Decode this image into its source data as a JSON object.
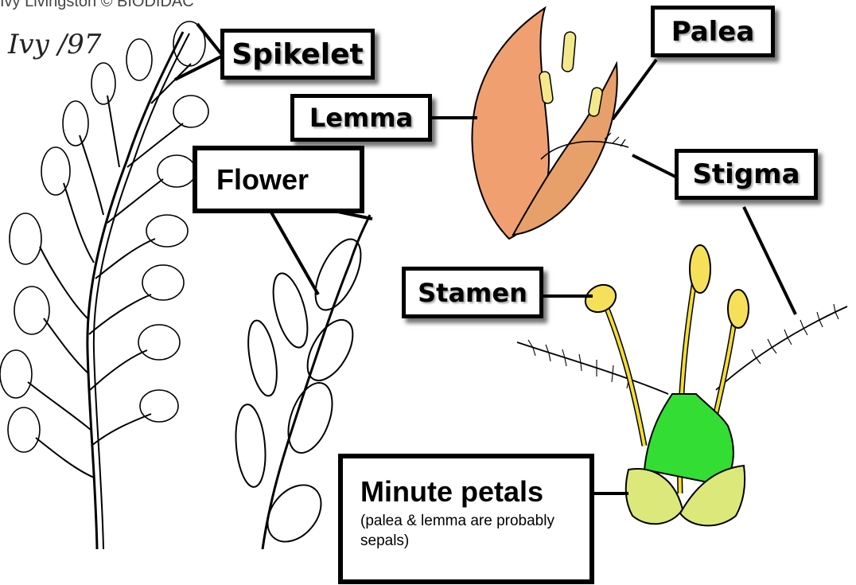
{
  "credit": "Ivy Livingston © BIODIDAC",
  "signature": "Ivy /97",
  "labels": {
    "spikelet": "Spikelet",
    "palea": "Palea",
    "lemma": "Lemma",
    "stigma": "Stigma",
    "flower": "Flower",
    "stamen": "Stamen",
    "minute_petals": "Minute petals",
    "minute_note": "(palea & lemma are probably sepals)"
  },
  "colors": {
    "lemma_fill": "#f0a070",
    "stamen_yellow": "#f2dc3a",
    "anther_yellow": "#f6e05a",
    "pistil_green": "#33dd33",
    "petal_green": "#dde87a",
    "line": "#000000"
  }
}
